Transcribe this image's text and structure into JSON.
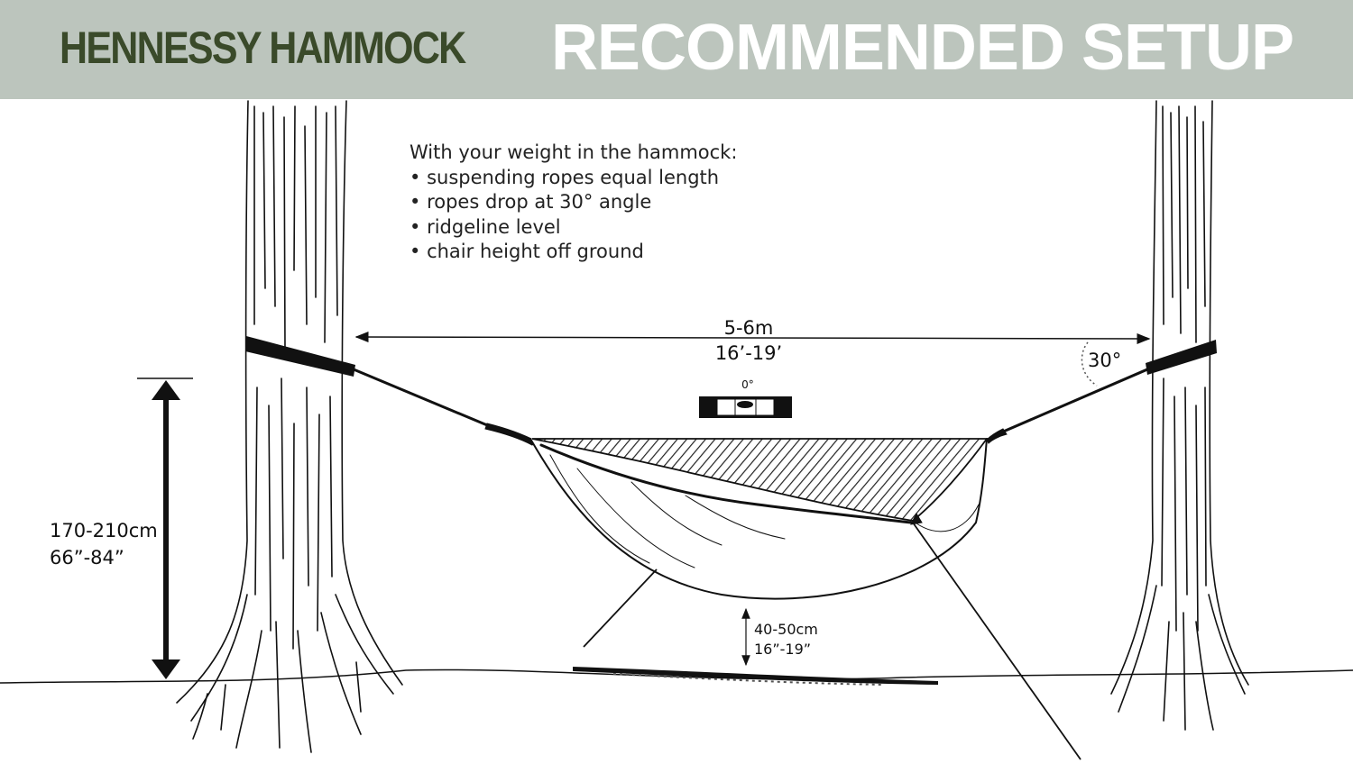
{
  "header": {
    "brand": "HENNESSY HAMMOCK",
    "headline": "RECOMMENDED SETUP"
  },
  "instructions": {
    "heading": "With your weight in the hammock:",
    "bullet": "•",
    "items": [
      "suspending ropes equal length",
      "ropes drop at 30° angle",
      "ridgeline level",
      "chair height off ground"
    ]
  },
  "dimensions": {
    "span_metric": "5-6m",
    "span_imperial": "16’-19’",
    "strap_height_metric": "170-210cm",
    "strap_height_imperial": "66”-84”",
    "ground_clearance_metric": "40-50cm",
    "ground_clearance_imperial": "16”-19”",
    "rope_angle": "30°",
    "level_reading": "0°"
  },
  "colors": {
    "banner": "#bcc5bd",
    "brand_text": "#3a4a2a",
    "headline_text": "#ffffff",
    "line_art": "#111111"
  }
}
